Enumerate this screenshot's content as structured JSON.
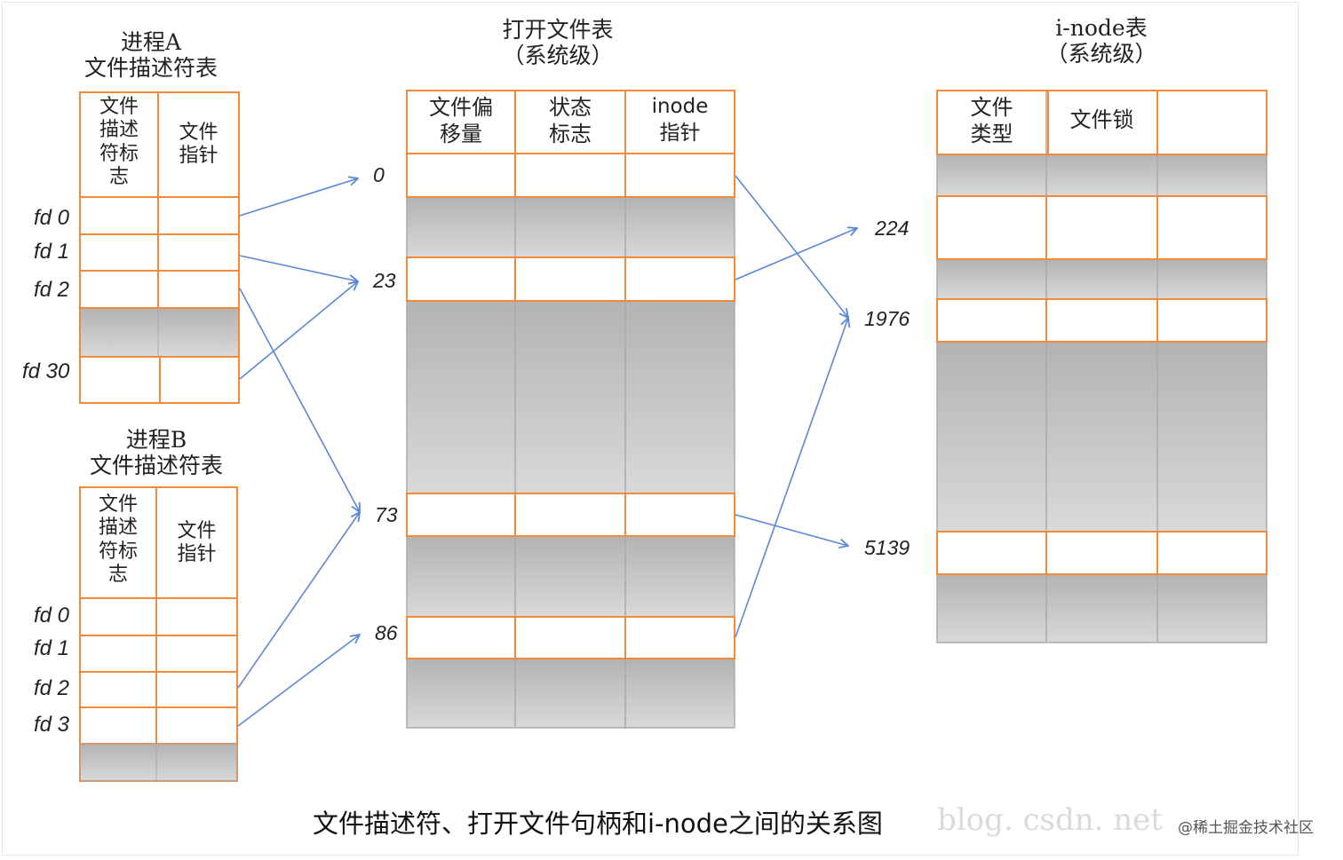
{
  "process_a": {
    "title_line1": "进程A",
    "title_line2": "文件描述符表",
    "col_fd_flags": "文件\n描述\n符标\n志",
    "col_file_ptr": "文件\n指针",
    "rows": [
      "fd 0",
      "fd 1",
      "fd 2",
      "fd 30"
    ]
  },
  "process_b": {
    "title_line1": "进程B",
    "title_line2": "文件描述符表",
    "col_fd_flags": "文件\n描述\n符标\n志",
    "col_file_ptr": "文件\n指针",
    "rows": [
      "fd 0",
      "fd 1",
      "fd 2",
      "fd 3"
    ]
  },
  "open_file_table": {
    "title_line1": "打开文件表",
    "title_line2": "（系统级）",
    "col_offset": "文件偏\n移量",
    "col_status": "状态\n标志",
    "col_inode": "inode\n指针",
    "entries": [
      "0",
      "23",
      "73",
      "86"
    ]
  },
  "inode_table": {
    "title_line1": "i-node表",
    "title_line2": "（系统级）",
    "col_type": "文件\n类型",
    "col_lock": "文件锁",
    "col_blank": "",
    "entries": [
      "224",
      "1976",
      "5139"
    ]
  },
  "caption": "文件描述符、打开文件句柄和i-node之间的关系图",
  "watermark": "blog. csdn. net",
  "badge": "@稀土掘金技术社区",
  "colors": {
    "border": "#f28a3c",
    "gray_top": "#b8b8b8",
    "gray_bottom": "#d6d6d6",
    "arrow": "#5b88d6"
  },
  "icons": {
    "arrow": "arrow-icon"
  }
}
